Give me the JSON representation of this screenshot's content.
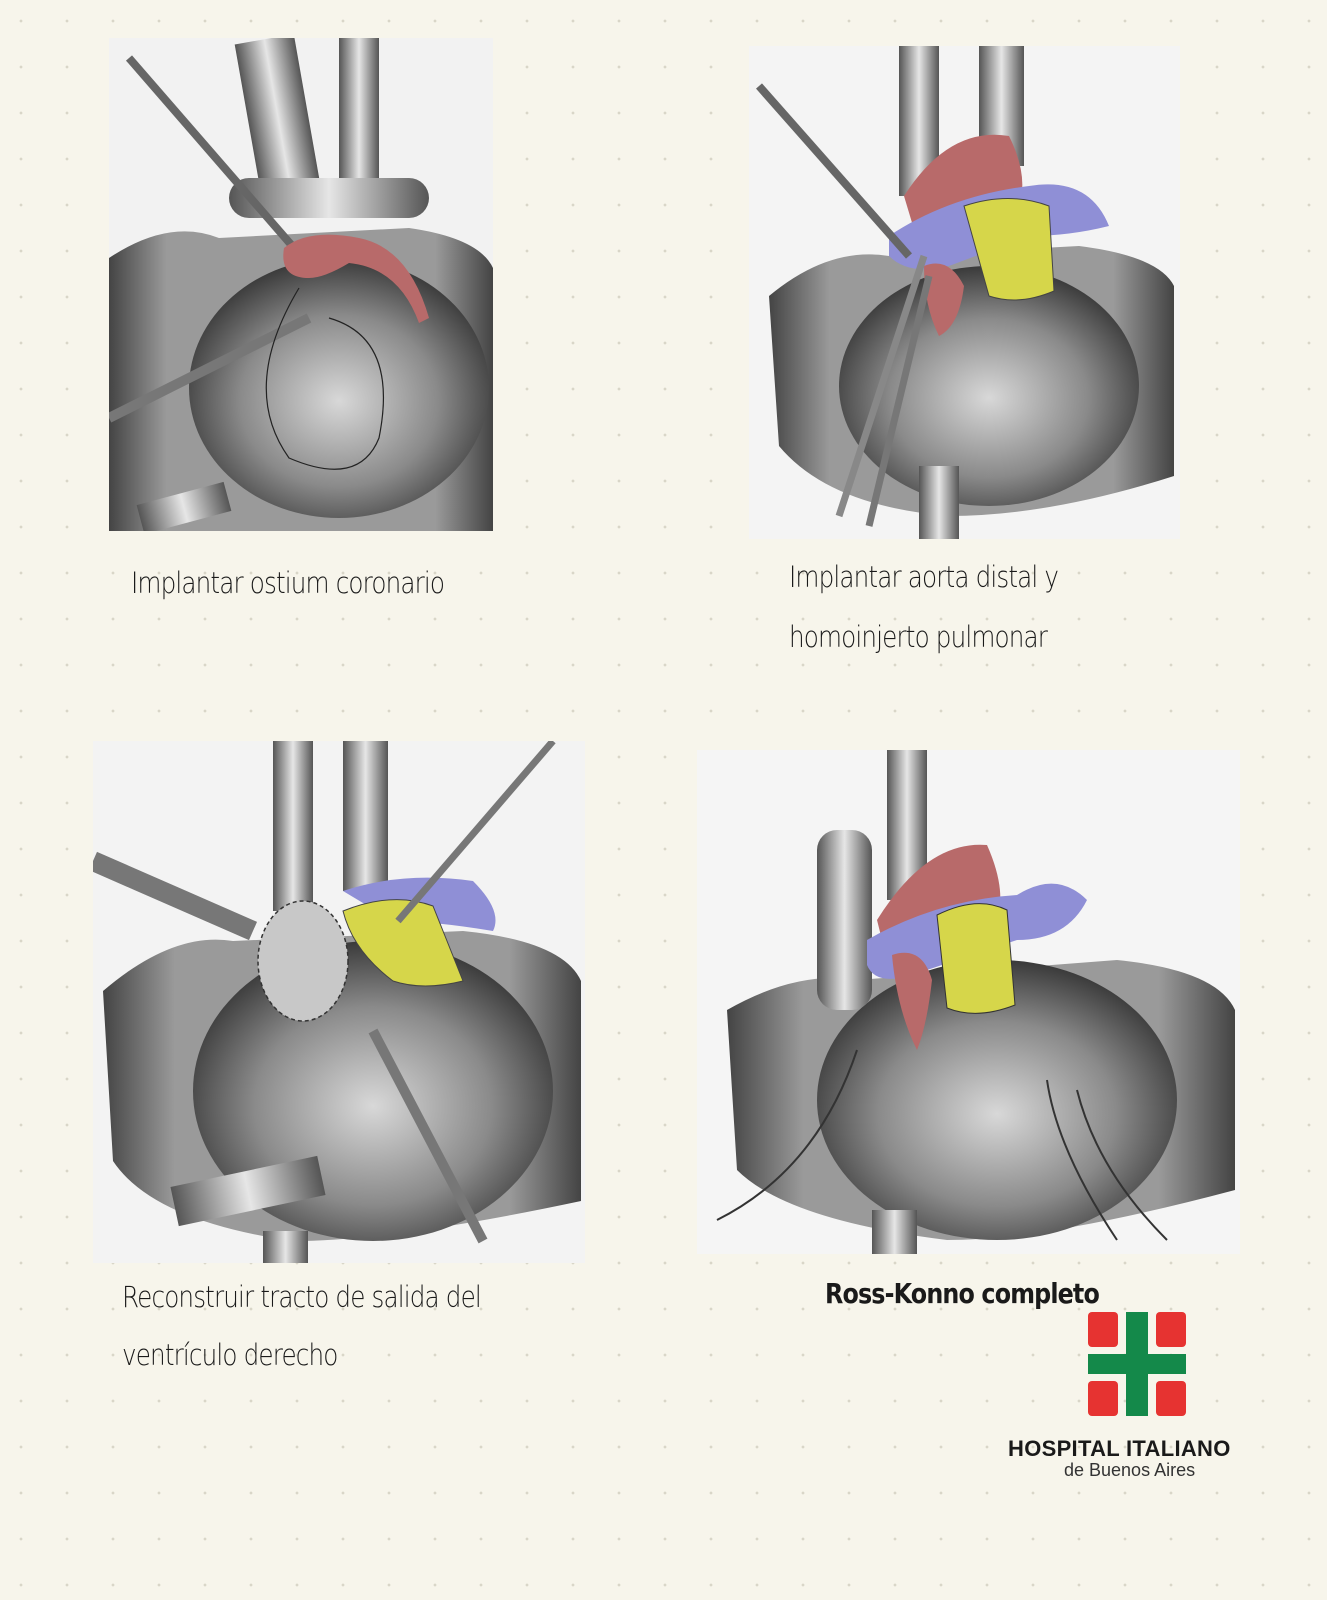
{
  "panels": [
    {
      "caption_lines": [
        "Implantar ostium coronario"
      ],
      "highlight_colors": [
        "#b86a6a"
      ]
    },
    {
      "caption_lines": [
        "Implantar aorta distal y",
        "homoinjerto pulmonar"
      ],
      "highlight_colors": [
        "#b86a6a",
        "#8f8fd6",
        "#d6d64a"
      ]
    },
    {
      "caption_lines": [
        "Reconstruir tracto de salida del",
        "ventrículo derecho"
      ],
      "highlight_colors": [
        "#8f8fd6",
        "#d6d64a"
      ]
    },
    {
      "caption_lines": [
        "Ross-Konno completo"
      ],
      "highlight_colors": [
        "#b86a6a",
        "#8f8fd6",
        "#d6d64a"
      ]
    }
  ],
  "logo": {
    "name": "HOSPITAL ITALIANO",
    "subtitle": "de Buenos Aires",
    "colors": {
      "red": "#e63331",
      "green": "#14894a"
    }
  }
}
